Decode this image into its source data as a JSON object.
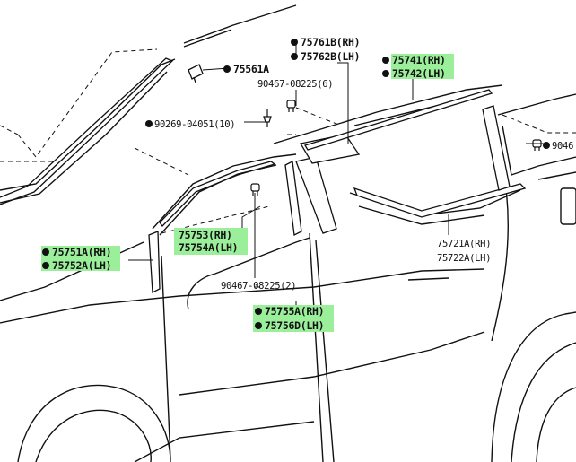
{
  "parts": {
    "p75561a": "75561A",
    "p75761b": "75761B(RH)",
    "p75762b": "75762B(LH)",
    "p90467_6": "90467-08225(6)",
    "p75741": "75741(RH)",
    "p75742": "75742(LH)",
    "p90269": "90269-04051(10)",
    "p9046_cut": "9046",
    "p75753": "75753(RH)",
    "p75754a": "75754A(LH)",
    "p75751a": "75751A(RH)",
    "p75752a": "75752A(LH)",
    "p90467_2": "90467-08225(2)",
    "p75755a": "75755A(RH)",
    "p75756d": "75756D(LH)",
    "p75721a": "75721A(RH)",
    "p75722a": "75722A(LH)"
  },
  "highlight_color": "#9bef9b"
}
